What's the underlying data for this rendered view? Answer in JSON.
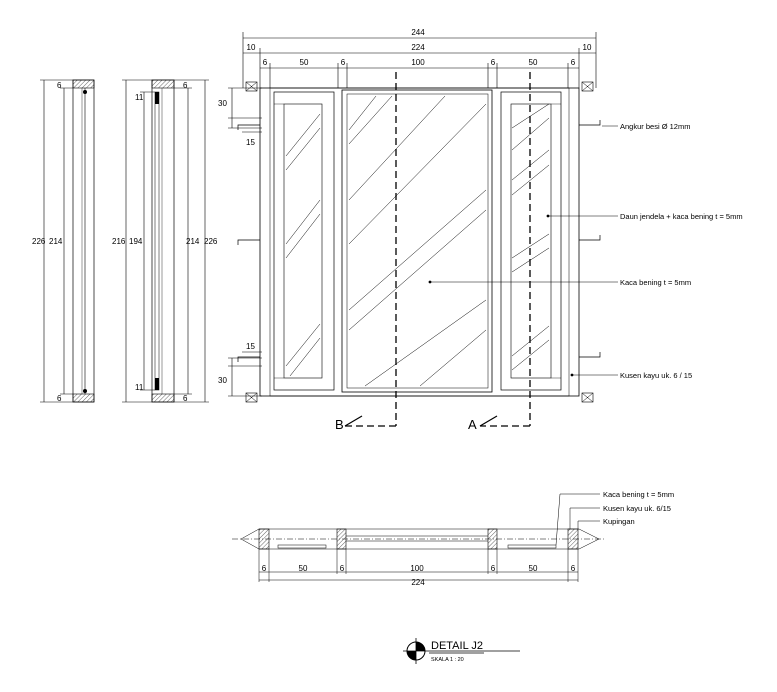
{
  "dimensions_top": {
    "overall": "244",
    "inner": "224",
    "left_margin": "10",
    "right_margin": "10",
    "seg_6a": "6",
    "seg_50a": "50",
    "seg_6b": "6",
    "seg_100": "100",
    "seg_6c": "6",
    "seg_50b": "50",
    "seg_6d": "6"
  },
  "dimensions_left": {
    "d30_top": "30",
    "d15_top": "15",
    "d15_bottom": "15",
    "d30_bottom": "30"
  },
  "section_a": {
    "height_outer": "226",
    "height_inner": "214",
    "top_small": "6",
    "bottom_small": "6"
  },
  "section_b": {
    "h216": "216",
    "h194": "194",
    "h214": "214",
    "h226": "226",
    "top11": "11",
    "bottom11": "11",
    "top6": "6",
    "bottom6": "6"
  },
  "section_markers": {
    "b": "B",
    "a": "A"
  },
  "callouts": {
    "anchor": "Angkur besi Ø 12mm",
    "sash": "Daun jendela + kaca bening t = 5mm",
    "glass": "Kaca bening t = 5mm",
    "frame": "Kusen kayu uk. 6 / 15"
  },
  "plan_callouts": {
    "glass": "Kaca bening t = 5mm",
    "frame": "Kusen kayu uk. 6/15",
    "trim": "Kupingan"
  },
  "plan_dims": {
    "d6a": "6",
    "d50a": "50",
    "d6b": "6",
    "d100": "100",
    "d6c": "6",
    "d50b": "50",
    "d6d": "6",
    "d224": "224"
  },
  "title": {
    "main": "DETAIL J2",
    "scale": "SKALA 1 : 20"
  }
}
